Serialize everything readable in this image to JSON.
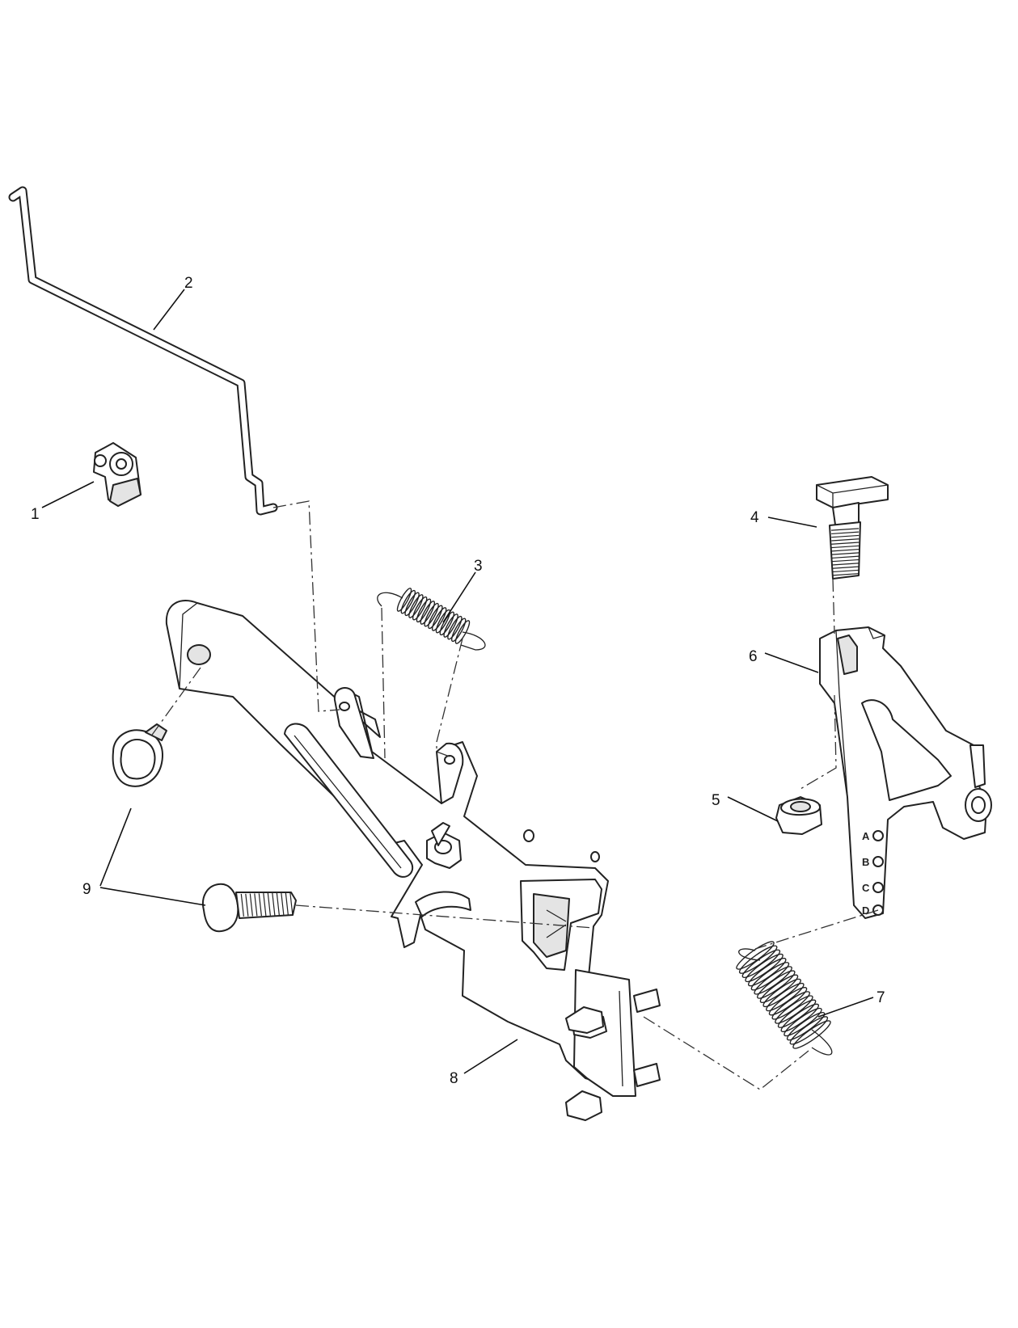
{
  "callouts": [
    "1",
    "2",
    "3",
    "4",
    "5",
    "6",
    "7",
    "8",
    "9"
  ],
  "bracket_letters": [
    "A",
    "B",
    "C",
    "D"
  ]
}
